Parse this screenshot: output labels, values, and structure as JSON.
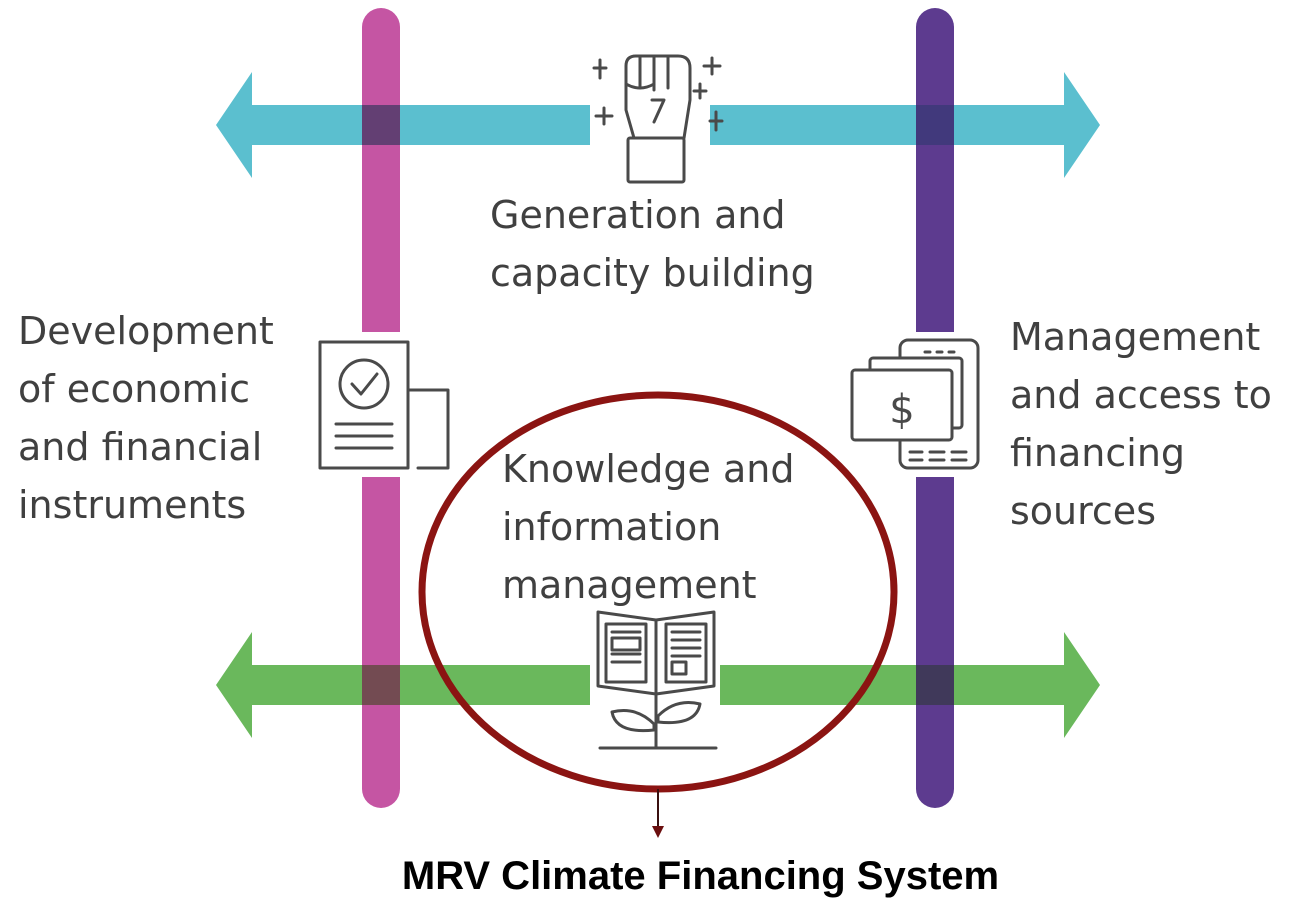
{
  "colors": {
    "top_arrow": "#5bbfcf",
    "bottom_arrow": "#6ab85c",
    "left_bar": "#c0479b",
    "right_bar": "#4f2a86",
    "ellipse": "#8b1412",
    "icon_stroke": "#4a4a4a"
  },
  "icons": {
    "top": "raised-fist-icon",
    "left": "checked-document-icon",
    "right": "dollar-bill-phone-icon",
    "bottom": "book-plant-icon"
  },
  "labels": {
    "top": [
      "Generation and",
      "capacity building"
    ],
    "left": [
      "Development",
      "of economic",
      "and financial",
      "instruments"
    ],
    "right": [
      "Management",
      "and access to",
      "financing",
      "sources"
    ],
    "center": [
      "Knowledge and",
      "information",
      "management"
    ]
  },
  "caption": "MRV Climate Financing System"
}
